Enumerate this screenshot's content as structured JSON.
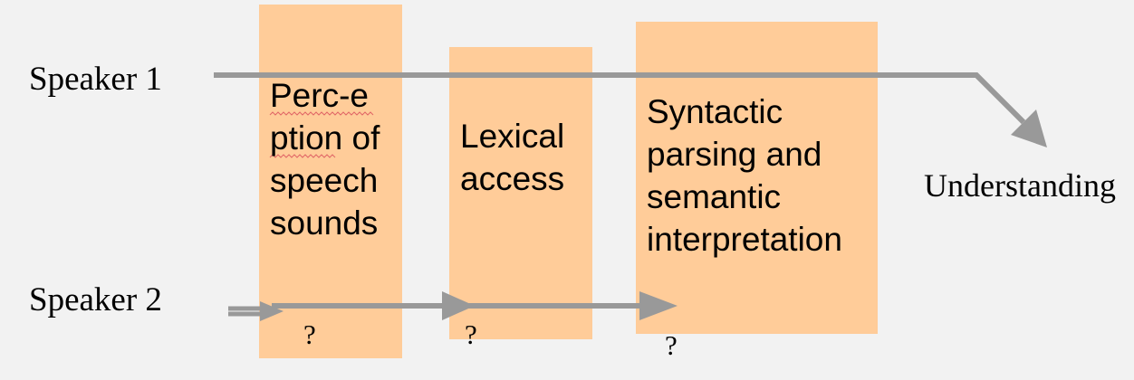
{
  "speakers": {
    "speaker1": "Speaker 1",
    "speaker2": "Speaker 2"
  },
  "outcome": "Understanding",
  "stages": [
    {
      "lines": [
        "Perc-e",
        "ption of",
        "speech",
        "sounds"
      ]
    },
    {
      "lines": [
        "Lexical",
        "access"
      ]
    },
    {
      "lines": [
        "Syntactic",
        "parsing and",
        "semantic",
        "interpretation"
      ]
    }
  ],
  "unknowns": [
    "?",
    "?",
    "?"
  ],
  "colors": {
    "background": "#f2f2f2",
    "stage_box": "#ffcc99",
    "arrow": "#999999",
    "spellcheck_underline": "#e06666"
  }
}
